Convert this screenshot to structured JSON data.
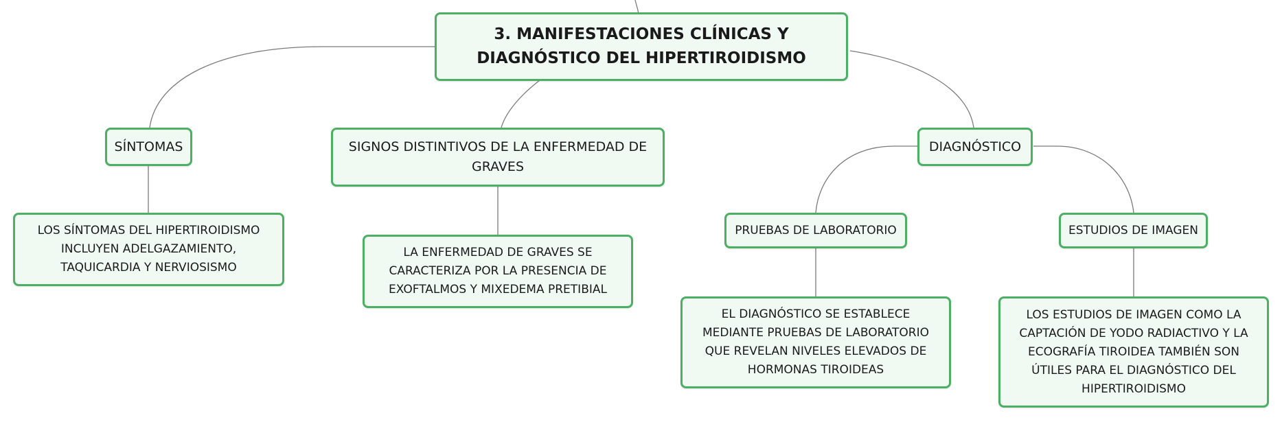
{
  "diagram": {
    "root": {
      "label": "3. MANIFESTACIONES CLÍNICAS Y DIAGNÓSTICO DEL HIPERTIROIDISMO"
    },
    "sintomas": {
      "label": "SÍNTOMAS",
      "detail": "LOS SÍNTOMAS DEL HIPERTIROIDISMO INCLUYEN ADELGAZAMIENTO, TAQUICARDIA Y NERVIOSISMO"
    },
    "signos": {
      "label": "SIGNOS DISTINTIVOS DE LA ENFERMEDAD DE GRAVES",
      "detail": "LA ENFERMEDAD DE GRAVES SE CARACTERIZA POR LA PRESENCIA DE EXOFTALMOS Y MIXEDEMA PRETIBIAL"
    },
    "diagnostico": {
      "label": "DIAGNÓSTICO",
      "laboratorio": {
        "label": "PRUEBAS DE LABORATORIO",
        "detail": "EL DIAGNÓSTICO SE ESTABLECE MEDIANTE PRUEBAS DE LABORATORIO QUE REVELAN NIVELES ELEVADOS DE HORMONAS TIROIDEAS"
      },
      "imagen": {
        "label": "ESTUDIOS DE IMAGEN",
        "detail": "LOS ESTUDIOS DE IMAGEN COMO LA CAPTACIÓN DE YODO RADIACTIVO Y LA ECOGRAFÍA TIROIDEA TAMBIÉN SON ÚTILES PARA EL DIAGNÓSTICO DEL HIPERTIROIDISMO"
      }
    }
  }
}
